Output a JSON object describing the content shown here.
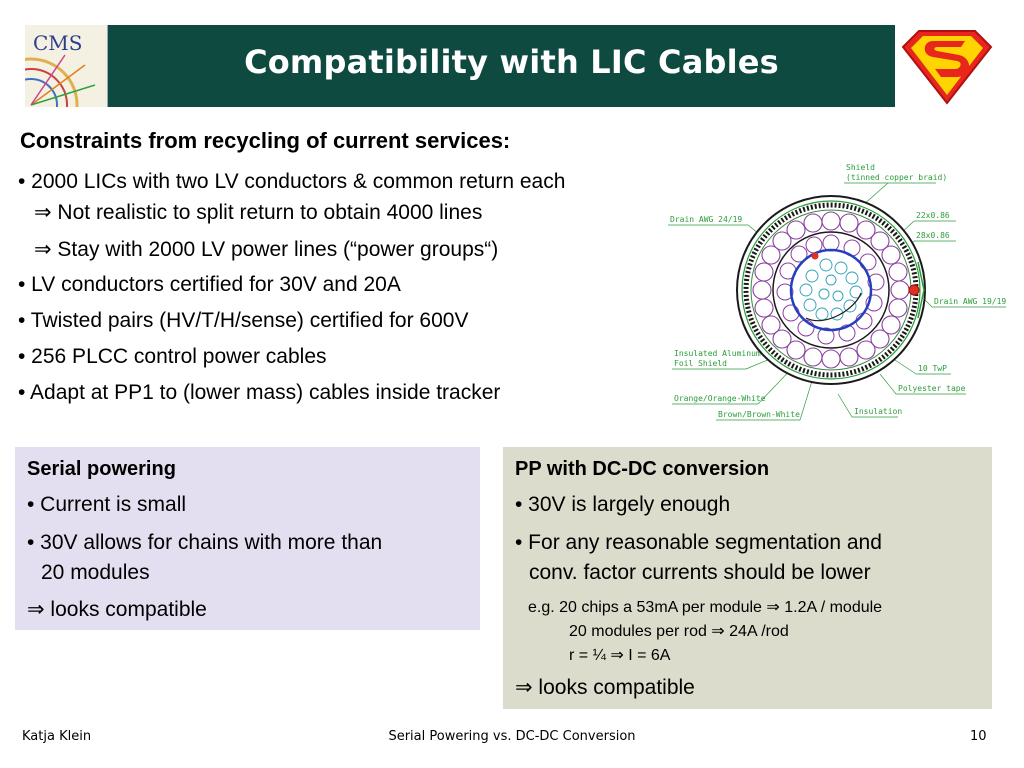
{
  "title": "Compatibility with LIC Cables",
  "cms_logo_text": "CMS",
  "constraints": {
    "heading": "Constraints from recycling of current services:",
    "items": [
      "• 2000 LICs with two LV conductors & common return each",
      "⇒ Not realistic to split return to obtain 4000 lines",
      "⇒ Stay with 2000 LV power lines (“power groups“)",
      "• LV conductors certified for 30V and 20A",
      "• Twisted pairs (HV/T/H/sense) certified for 600V",
      "• 256 PLCC control power cables",
      "• Adapt at PP1 to (lower mass) cables inside tracker"
    ]
  },
  "cable_labels": {
    "shield": "Shield",
    "tinned": "(tinned copper braid)",
    "drain_left": "Drain AWG 24/19",
    "size_22": "22x0.86",
    "size_28": "28x0.86",
    "drain_right": "Drain AWG 19/19",
    "insulated_1": "Insulated Aluminum",
    "insulated_2": "Foil Shield",
    "tp": "10 TwP",
    "polyester": "Polyester tape",
    "orange": "Orange/Orange-White",
    "brown": "Brown/Brown-White",
    "insulation": "Insulation"
  },
  "serial": {
    "title": "Serial powering",
    "lines": [
      "• Current is small",
      "• 30V allows for chains with more than",
      "20 modules",
      "⇒ looks compatible"
    ]
  },
  "dcdc": {
    "title": "PP with DC-DC conversion",
    "lines": [
      "• 30V is largely enough",
      "• For any reasonable segmentation and",
      "conv. factor currents should be lower"
    ],
    "examples": [
      "e.g. 20 chips a 53mA per module ⇒ 1.2A / module",
      "20 modules per rod ⇒ 24A /rod",
      "r = ¼ ⇒ I = 6A"
    ],
    "conclusion": "⇒ looks compatible"
  },
  "footer": {
    "author": "Katja Klein",
    "center": "Serial Powering vs. DC-DC Conversion",
    "page": "10"
  },
  "colors": {
    "header_bg": "#0e4a40",
    "serial_box": "#e4dff0",
    "dcdc_box": "#dcdccc",
    "cable_label_green": "#2a9d3a"
  }
}
